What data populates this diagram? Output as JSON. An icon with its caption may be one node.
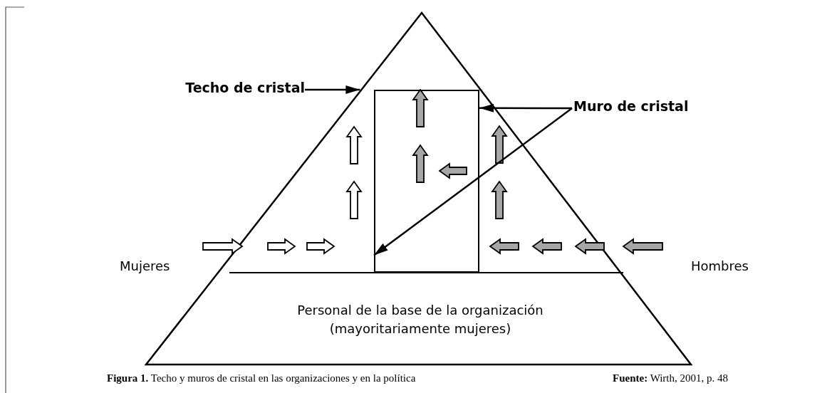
{
  "diagram": {
    "caption": "**Figura 1.** Techo y muros de cristal en las organizaciones y en la política",
    "nodes": [
      {
        "text": [
          "Personal de la base de la organización (mayoritariamente mujeres)"
        ]
      },
      {
        "text": [],
        "shape": "box",
        "in": 0
      },
      {
        "text": [
          "Techo de cristal"
        ]
      },
      {
        "text": [
          "Muro de cristal"
        ]
      }
    ],
    "edges": [
      {
        "from": 2,
        "to": 0,
        "arrow": "to"
      },
      {
        "from": 3,
        "to": 1,
        "arrow": "to"
      },
      {
        "from": 3,
        "to": 1,
        "arrow": "to"
      }
    ],
    "labels": [
      "Mujeres",
      "Hombres",
      "**Fuente:** Wirth, 2001, p. 48"
    ]
  }
}
